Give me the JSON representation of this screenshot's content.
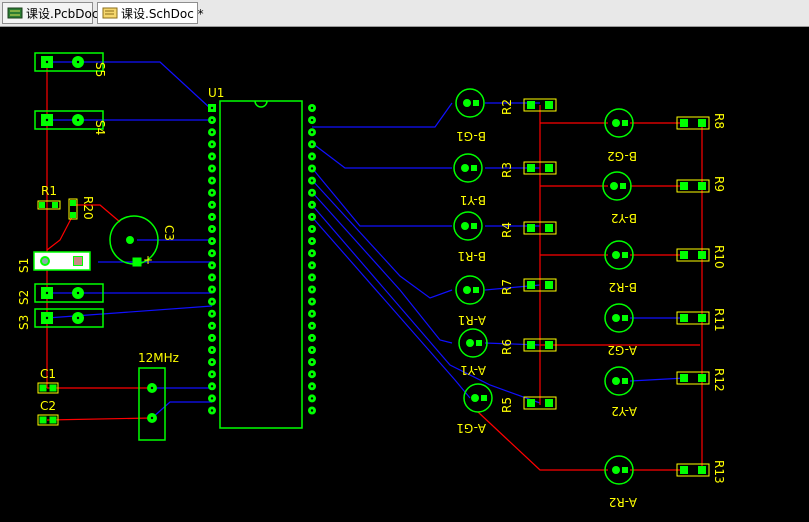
{
  "tabs": [
    {
      "label": "课设.PcbDoc",
      "icon": "pcb-doc-icon",
      "active": false
    },
    {
      "label": "课设.SchDoc *",
      "icon": "sch-doc-icon",
      "active": true
    }
  ],
  "board": {
    "colors": {
      "background": "#000000",
      "top_trace": "#1010ff",
      "bottom_trace": "#ff0000",
      "pad": "#00ff00",
      "silk": "#ffff00"
    },
    "ic": {
      "designator": "U1"
    },
    "crystal": {
      "label": "12MHz"
    },
    "switches": [
      "S5",
      "S4",
      "S1",
      "S2",
      "S3"
    ],
    "capacitors": [
      "C3",
      "C1",
      "C2"
    ],
    "resistors_left": [
      "R1",
      "R20"
    ],
    "leds_left": [
      "B-G1",
      "B-Y1",
      "B-R1",
      "A-R1",
      "A-Y1",
      "A-G1"
    ],
    "resistors_mid": [
      "R2",
      "R3",
      "R4",
      "R7",
      "R6",
      "R5"
    ],
    "leds_right": [
      "B-G2",
      "B-Y2",
      "B-R2",
      "A-G2",
      "A-Y2",
      "A-R2"
    ],
    "resistors_right": [
      "R8",
      "R9",
      "R10",
      "R11",
      "R12",
      "R13"
    ]
  }
}
